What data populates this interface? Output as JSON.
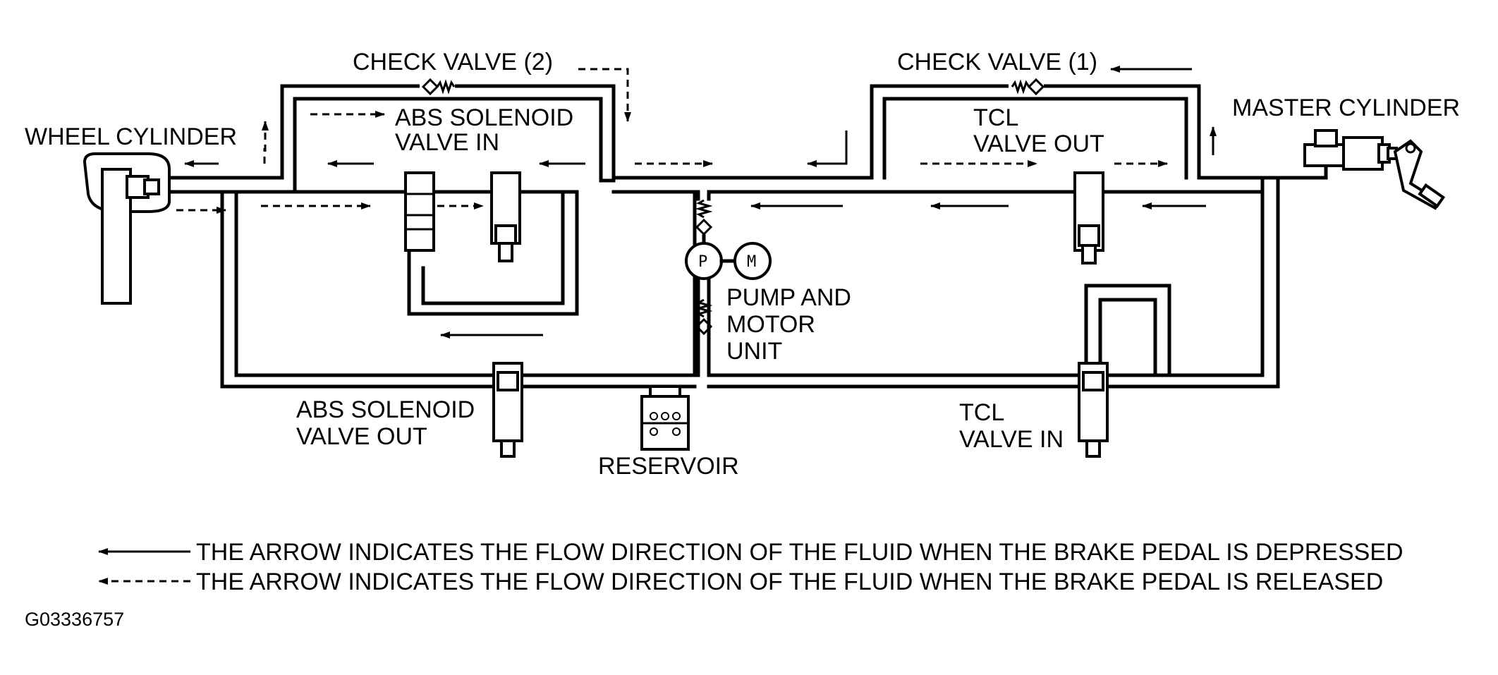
{
  "labels": {
    "check_valve_2": "CHECK VALVE (2)",
    "check_valve_1": "CHECK VALVE (1)",
    "wheel_cylinder": "WHEEL CYLINDER",
    "master_cylinder": "MASTER CYLINDER",
    "abs_solenoid_in_1": "ABS SOLENOID",
    "abs_solenoid_in_2": "VALVE IN",
    "tcl_out_1": "TCL",
    "tcl_out_2": "VALVE OUT",
    "pump_1": "PUMP AND",
    "pump_2": "MOTOR",
    "pump_3": "UNIT",
    "pump_symbol": "P",
    "motor_symbol": "M",
    "abs_solenoid_out_1": "ABS SOLENOID",
    "abs_solenoid_out_2": "VALVE OUT",
    "reservoir": "RESERVOIR",
    "tcl_in_1": "TCL",
    "tcl_in_2": "VALVE IN"
  },
  "legend": {
    "depressed": "THE ARROW INDICATES THE FLOW DIRECTION OF THE FLUID WHEN THE BRAKE PEDAL IS DEPRESSED",
    "released": "THE ARROW INDICATES THE FLOW DIRECTION OF THE FLUID WHEN THE BRAKE PEDAL IS RELEASED"
  },
  "figure_id": "G03336757"
}
